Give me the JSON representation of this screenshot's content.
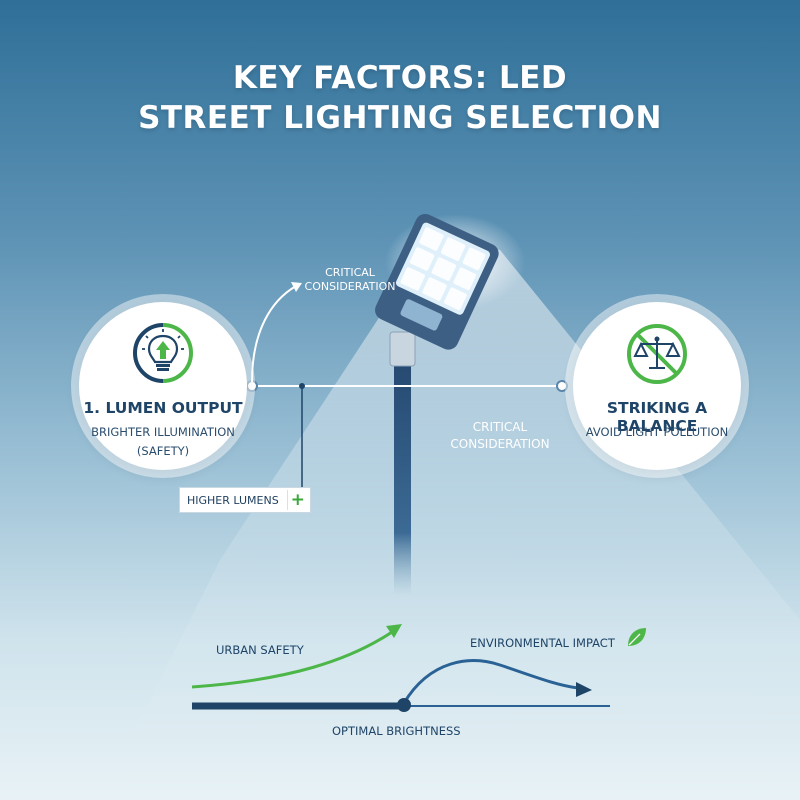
{
  "title": {
    "line1": "KEY FACTORS: LED",
    "line2": "STREET LIGHTING SELECTION"
  },
  "left_card": {
    "name": "1. LUMEN OUTPUT",
    "desc_line1": "BRIGHTER ILLUMINATION",
    "desc_line2": "(SAFETY)",
    "icon": "lightbulb-arrow-up-icon"
  },
  "right_card": {
    "name": "STRIKING A BALANCE",
    "desc": "AVOID LIGHT POLLUTION",
    "icon": "scales-prohibited-icon"
  },
  "critical_top": {
    "line1": "CRITICAL",
    "line2": "CONSIDERATION"
  },
  "critical_right": {
    "line1": "CRITICAL",
    "line2": "CONSIDERATION"
  },
  "higher_lumens": {
    "label": "HIGHER LUMENS",
    "symbol": "+"
  },
  "curves": {
    "urban_safety": "URBAN SAFETY",
    "environmental_impact": "ENVIRONMENTAL IMPACT",
    "optimal_brightness": "OPTIMAL BRIGHTNESS"
  },
  "colors": {
    "navy": "#1e4468",
    "green": "#4cb748",
    "blue": "#2a6296",
    "title": "#ffffff"
  }
}
